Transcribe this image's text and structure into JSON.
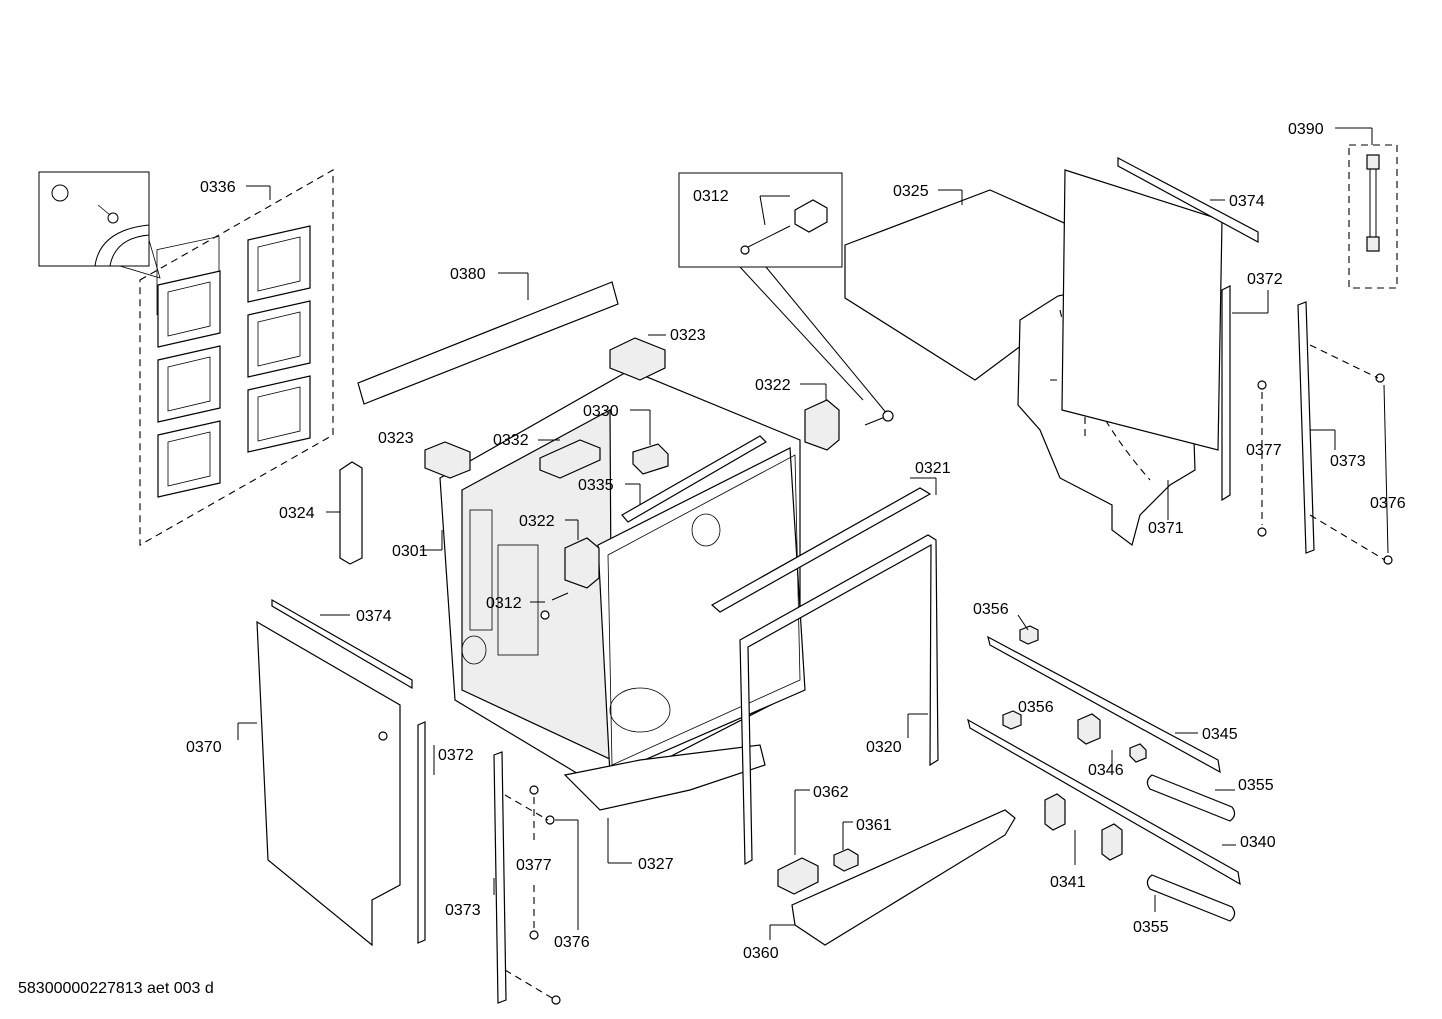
{
  "document_reference": "58300000227813 aet 003 d",
  "labels": {
    "l0390": "0390",
    "l0336": "0336",
    "l0312_detail": "0312",
    "l0325": "0325",
    "l0374_top": "0374",
    "l0372_right": "0372",
    "l0380": "0380",
    "l0323_top": "0323",
    "l0322_right": "0322",
    "l0330": "0330",
    "l0323_left": "0323",
    "l0332": "0332",
    "l0377_right": "0377",
    "l0373_right": "0373",
    "l0376_right": "0376",
    "l0321": "0321",
    "l0335": "0335",
    "l0324": "0324",
    "l0322_mid": "0322",
    "l0301": "0301",
    "l0371": "0371",
    "l0312_mid": "0312",
    "l0374_left": "0374",
    "l0356_top": "0356",
    "l0356_mid": "0356",
    "l0345": "0345",
    "l0370": "0370",
    "l0320": "0320",
    "l0372_left": "0372",
    "l0346": "0346",
    "l0355_top": "0355",
    "l0362": "0362",
    "l0361": "0361",
    "l0340": "0340",
    "l0327": "0327",
    "l0377_left": "0377",
    "l0341": "0341",
    "l0373_left": "0373",
    "l0355_bottom": "0355",
    "l0376_left": "0376",
    "l0360": "0360"
  }
}
